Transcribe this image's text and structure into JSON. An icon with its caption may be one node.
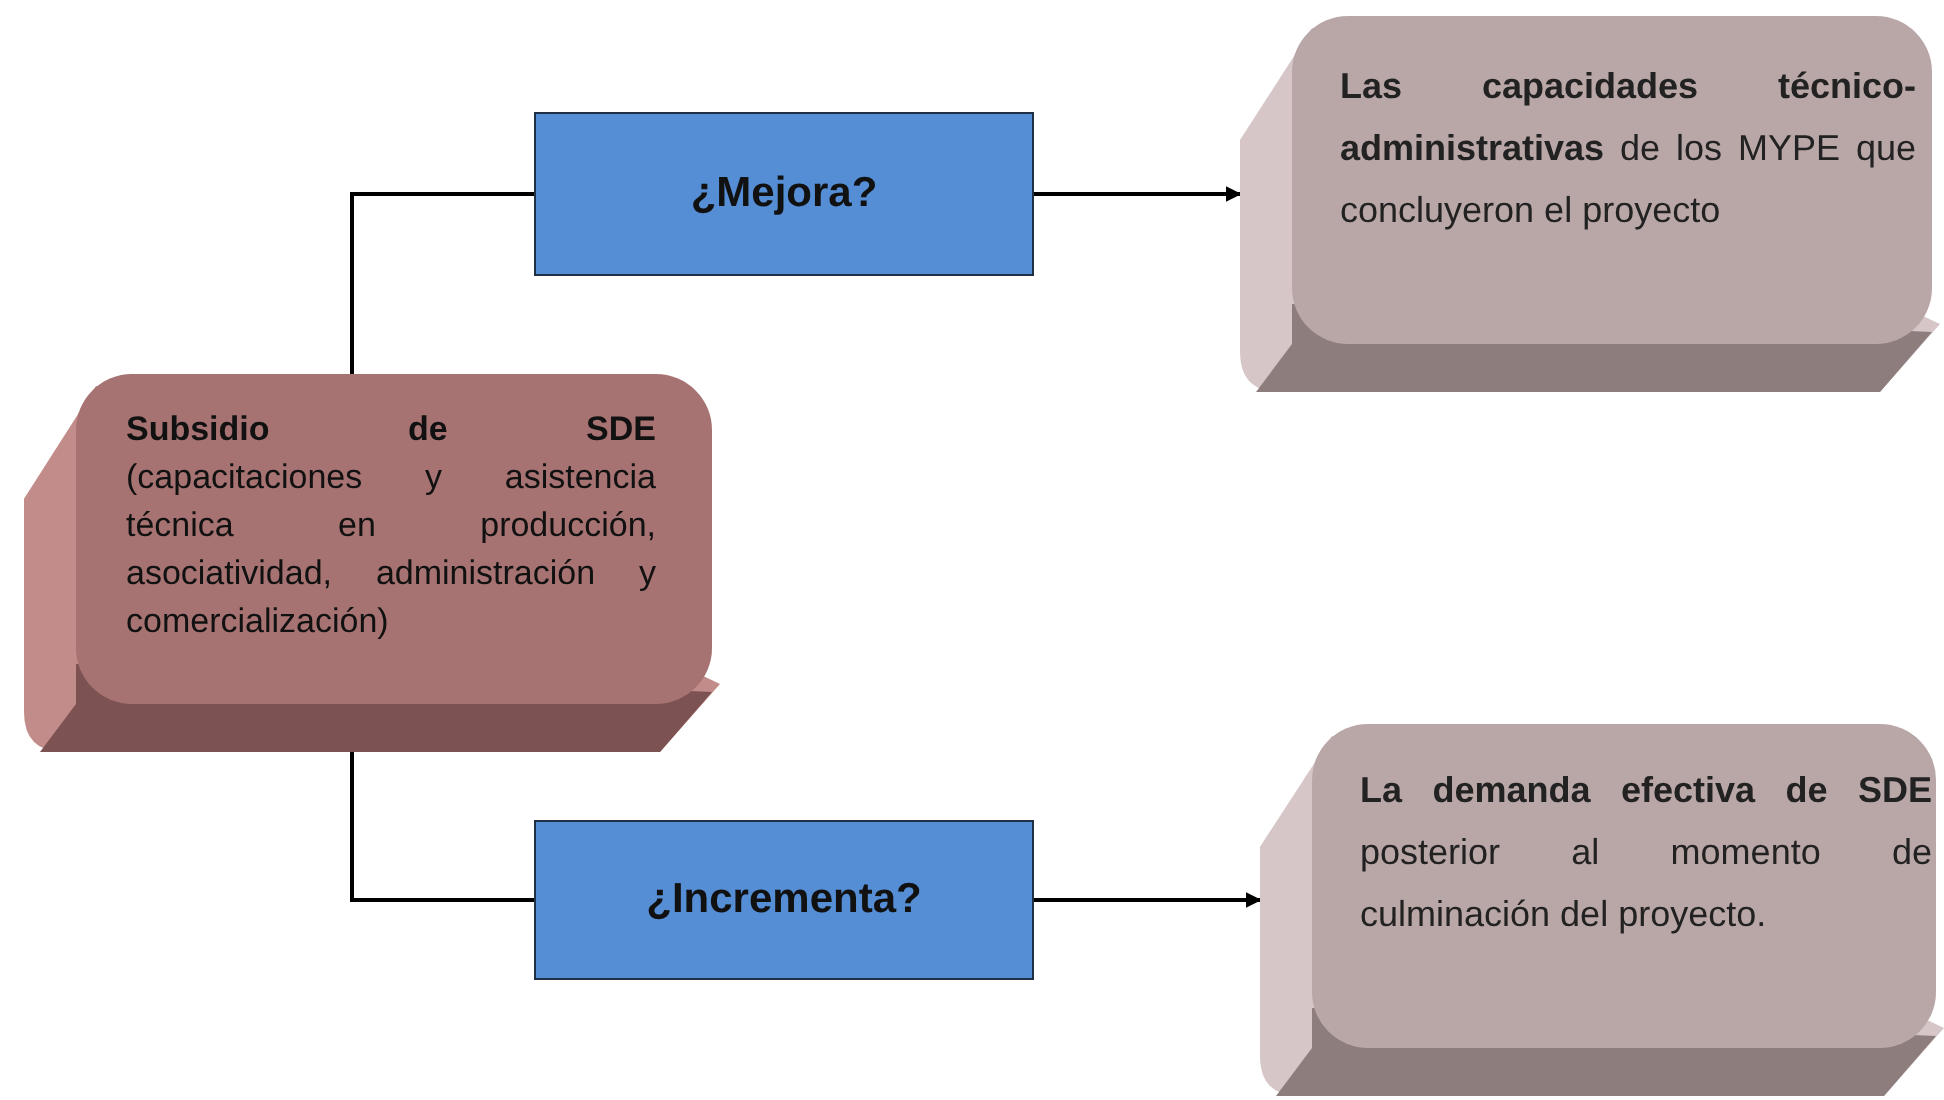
{
  "diagram": {
    "nodes": [
      {
        "text": [
          "Subsidio de SDE",
          "(capacitaciones y asistencia técnica en producción, asociatividad, administración y comercialización)"
        ]
      },
      {
        "text": [
          "¿Mejora?"
        ]
      },
      {
        "text": [
          "**Las capacidades técnico-administrativas** de los MYPE que concluyeron el proyecto"
        ]
      },
      {
        "text": [
          "¿Incrementa?"
        ]
      },
      {
        "text": [
          "**La demanda efectiva de SDE** posterior al momento de culminación del proyecto."
        ]
      }
    ],
    "edges": [
      {
        "from": 0,
        "to": 1,
        "arrow": "none"
      },
      {
        "from": 1,
        "to": 2,
        "arrow": "to"
      },
      {
        "from": 0,
        "to": 3,
        "arrow": "none"
      },
      {
        "from": 3,
        "to": 4,
        "arrow": "to"
      }
    ]
  }
}
